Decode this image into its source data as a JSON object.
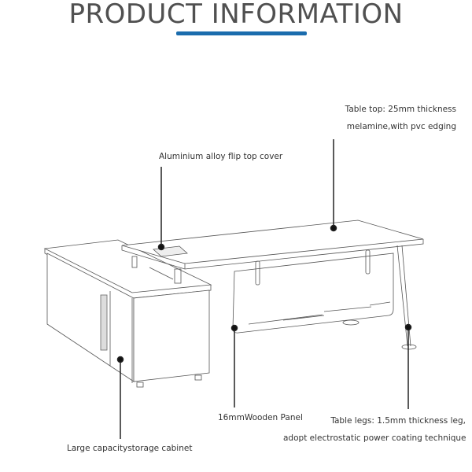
{
  "header": {
    "title": "PRODUCT INFORMATION",
    "accent_color": "#1a6cad"
  },
  "callouts": {
    "table_top": {
      "line1": "Table top: 25mm thickness",
      "line2": "melamine,with pvc edging"
    },
    "flip_cover": {
      "text": "Aluminium alloy flip top cover"
    },
    "wooden_panel": {
      "text": "16mmWooden Panel"
    },
    "table_legs": {
      "line1": "Table legs: 1.5mm thickness leg,",
      "line2": "adopt electrostatic power coating technique"
    },
    "cabinet": {
      "text": "Large capacitystorage cabinet"
    }
  }
}
